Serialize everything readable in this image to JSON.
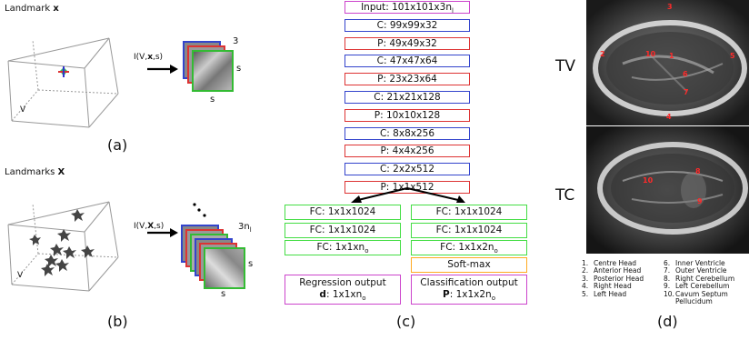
{
  "panel_a": {
    "title_prefix": "Landmark ",
    "title_var": "x",
    "volume_label": "V",
    "op_prefix": "I(V,",
    "op_var": "x",
    "op_suffix": ",s)",
    "depth_label": "3",
    "side_label_right": "s",
    "side_label_bottom": "s",
    "caption": "(a)"
  },
  "panel_b": {
    "title_prefix": "Landmarks ",
    "title_var": "X",
    "volume_label": "V",
    "op_prefix": "I(V,",
    "op_var": "X",
    "op_suffix": ",s)",
    "depth_label": "3n",
    "depth_sub": "l",
    "side_label_right": "s",
    "side_label_bottom": "s",
    "caption": "(b)"
  },
  "panel_c": {
    "layers": [
      {
        "text": "Input: 101x101x3n",
        "sub": "l",
        "color": "#cc44cc"
      },
      {
        "text": "C: 99x99x32",
        "color": "#3344cc"
      },
      {
        "text": "P: 49x49x32",
        "color": "#dd3333"
      },
      {
        "text": "C: 47x47x64",
        "color": "#3344cc"
      },
      {
        "text": "P: 23x23x64",
        "color": "#dd3333"
      },
      {
        "text": "C: 21x21x128",
        "color": "#3344cc"
      },
      {
        "text": "P: 10x10x128",
        "color": "#dd3333"
      },
      {
        "text": "C: 8x8x256",
        "color": "#3344cc"
      },
      {
        "text": "P: 4x4x256",
        "color": "#dd3333"
      },
      {
        "text": "C: 2x2x512",
        "color": "#3344cc"
      },
      {
        "text": "P: 1x1x512",
        "color": "#dd3333"
      }
    ],
    "regression": {
      "fc": [
        {
          "text": "FC: 1x1x1024"
        },
        {
          "text": "FC: 1x1x1024"
        },
        {
          "text": "FC: 1x1xn",
          "sub": "o"
        }
      ],
      "output_line1": "Regression output",
      "output_var": "d",
      "output_dims": ": 1x1xn",
      "output_sub": "o"
    },
    "classification": {
      "fc": [
        {
          "text": "FC: 1x1x1024"
        },
        {
          "text": "FC: 1x1x1024"
        },
        {
          "text": "FC: 1x1x2n",
          "sub": "o"
        }
      ],
      "softmax": "Soft-max",
      "output_line1": "Classification output",
      "output_var": "P",
      "output_dims": ": 1x1x2n",
      "output_sub": "o"
    },
    "caption": "(c)",
    "colors": {
      "input": "#cc44cc",
      "conv": "#3344cc",
      "pool": "#dd3333",
      "fc": "#44dd44",
      "softmax": "#ffaa22"
    }
  },
  "panel_d": {
    "tv_label": "TV",
    "tc_label": "TC",
    "tv_markers": [
      "3",
      "2",
      "10",
      "1",
      "5",
      "6",
      "7",
      "4"
    ],
    "tc_markers": [
      "8",
      "10",
      "9"
    ],
    "legend_left": [
      {
        "num": "1.",
        "name": "Centre Head"
      },
      {
        "num": "2.",
        "name": "Anterior Head"
      },
      {
        "num": "3.",
        "name": "Posterior Head"
      },
      {
        "num": "4.",
        "name": "Right Head"
      },
      {
        "num": "5.",
        "name": "Left Head"
      }
    ],
    "legend_right": [
      {
        "num": "6.",
        "name": "Inner Ventricle"
      },
      {
        "num": "7.",
        "name": "Outer Ventricle"
      },
      {
        "num": "8.",
        "name": "Right Cerebellum"
      },
      {
        "num": "9.",
        "name": "Left Cerebellum"
      },
      {
        "num": "10.",
        "name": "Cavum Septum"
      },
      {
        "num": "",
        "name": "Pellucidum"
      }
    ],
    "caption": "(d)"
  }
}
